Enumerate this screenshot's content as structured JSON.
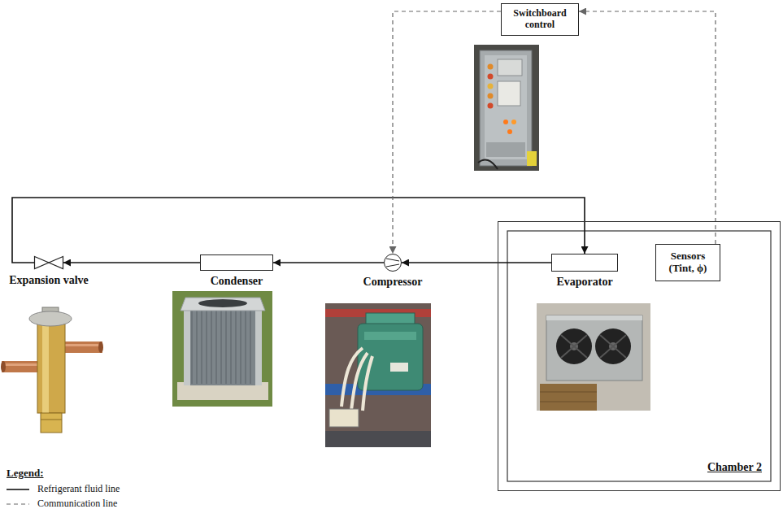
{
  "diagram": {
    "nodes": [
      {
        "text": [
          "Switchboard control"
        ]
      },
      {
        "text": [
          "Expansion valve"
        ]
      },
      {
        "text": [
          "Condenser"
        ]
      },
      {
        "text": [
          "Compressor"
        ]
      },
      {
        "text": [
          "Chamber 2"
        ]
      },
      {
        "text": [
          "Evaporator"
        ],
        "in": 4
      },
      {
        "text": [
          "Sensors (Tint, ϕ)"
        ],
        "in": 4
      }
    ],
    "edges": [
      {
        "from": 5,
        "to": 3,
        "arrow": "to"
      },
      {
        "from": 3,
        "to": 2,
        "arrow": "to"
      },
      {
        "from": 2,
        "to": 1,
        "arrow": "to"
      },
      {
        "from": 1,
        "to": 5,
        "arrow": "to"
      },
      {
        "from": 6,
        "to": 0,
        "arrow": "to"
      },
      {
        "from": 0,
        "to": 3,
        "arrow": "to"
      }
    ],
    "labels": [
      "Legend:"
    ],
    "legend": [
      {
        "text": "Refrigerant fluid line"
      },
      {
        "text": "Communication line"
      }
    ]
  }
}
